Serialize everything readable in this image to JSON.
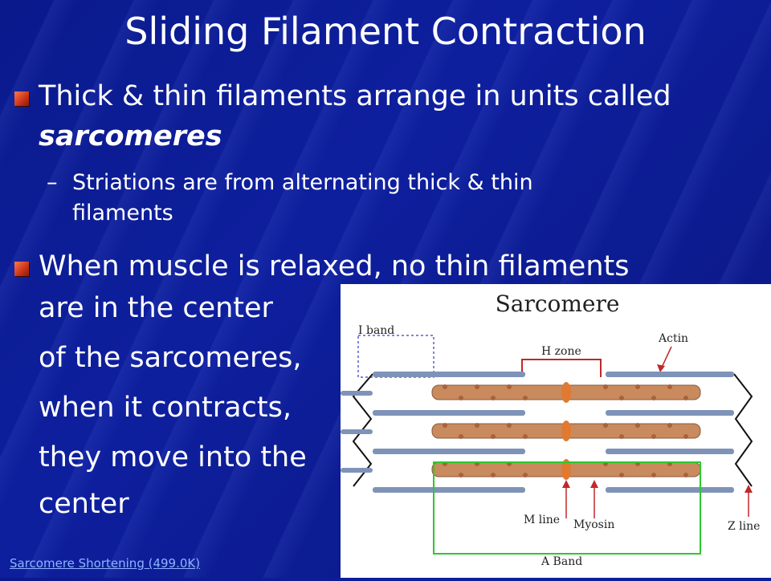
{
  "slide": {
    "title": "Sliding Filament Contraction",
    "bullet1": {
      "line1": "Thick & thin filaments arrange in units called",
      "line2": "sarcomeres"
    },
    "sub1": {
      "dash": "–",
      "line1": "Striations are from alternating thick & thin",
      "line2": "filaments"
    },
    "bullet2": {
      "line1": "When muscle is relaxed, no thin filaments",
      "line2": "are in the center",
      "line3": "of the sarcomeres,",
      "line4": "when it contracts,",
      "line5": "they move into the",
      "line6": "center"
    },
    "link_text": "Sarcomere Shortening (499.0K)"
  },
  "figure": {
    "title": "Sarcomere",
    "labels": {
      "i_band": "I band",
      "h_zone": "H zone",
      "actin": "Actin",
      "m_line": "M line",
      "myosin": "Myosin",
      "z_line": "Z line",
      "a_band": "A Band"
    }
  },
  "colors": {
    "background": "#0e1f9e",
    "bullet": "#c8321a",
    "link": "#8fb4ff",
    "myosin": "#c98a5e",
    "actin": "#7f93b8",
    "h_zone_bracket": "#c0282a",
    "a_band_box": "#2ec82e",
    "i_band_box": "#5a5ad6"
  }
}
